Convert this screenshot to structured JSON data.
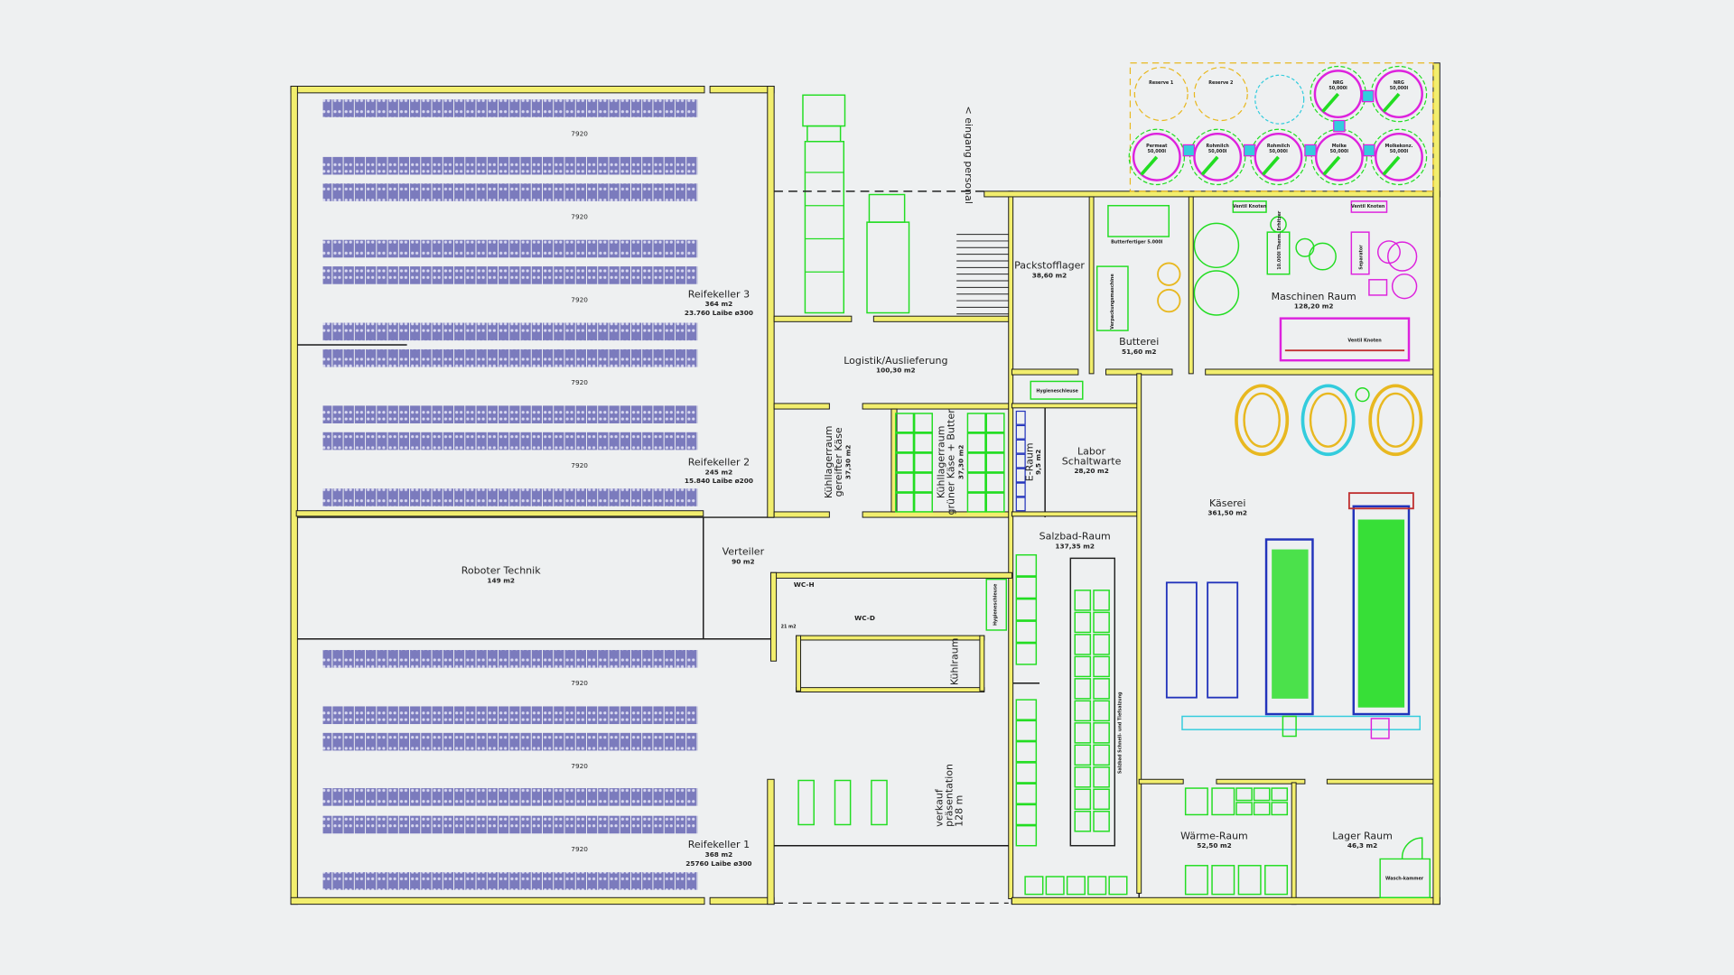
{
  "title": "Grundriss Käserei",
  "colors": {
    "background": "#eef0f1",
    "wall": "#f2ee6e",
    "outline": "#1a1a1a",
    "rack": "#7b7bbd",
    "equipment": "#22dd22",
    "tank_pink": "#dd22dd",
    "tank_yellow": "#e8b820",
    "cyan": "#33ccdd",
    "blue": "#2233bb"
  },
  "rooms": {
    "reifekeller3": {
      "name": "Reifekeller 3",
      "area": "364 m2",
      "capacity": "23.760 Laibe ø300"
    },
    "reifekeller2": {
      "name": "Reifekeller 2",
      "area": "245 m2",
      "capacity": "15.840 Laibe ø200"
    },
    "reifekeller1": {
      "name": "Reifekeller 1",
      "area": "368 m2",
      "capacity": "25760 Laibe ø300"
    },
    "roboter": {
      "name": "Roboter Technik",
      "area": "149 m2"
    },
    "verteiler": {
      "name": "Verteiler",
      "area": "90 m2"
    },
    "logistik": {
      "name": "Logistik/Auslieferung",
      "area": "100,30 m2"
    },
    "kuehl_gereift": {
      "name1": "Kühllagerraum",
      "name2": "gereifter Käse",
      "area": "37,30 m2"
    },
    "kuehl_gruen": {
      "name1": "Kühllagerraum",
      "name2": "grüner Käse + Butter",
      "area": "37,30 m2"
    },
    "eraum": {
      "name": "E-Raum",
      "area": "9,5 m2"
    },
    "labor": {
      "name1": "Labor",
      "name2": "Schaltwarte",
      "area": "28,20 m2"
    },
    "salzbad": {
      "name": "Salzbad-Raum",
      "area": "137,35 m2",
      "note": "Salzbad Schnell- und Tiefsalzung"
    },
    "kaeserei": {
      "name": "Käserei",
      "area": "361,50 m2"
    },
    "waerme": {
      "name": "Wärme-Raum",
      "area": "52,50 m2"
    },
    "lager": {
      "name": "Lager Raum",
      "area": "46,3 m2",
      "wasch": "Wasch-kammer"
    },
    "packstoff": {
      "name": "Packstofflager",
      "area": "38,60 m2"
    },
    "butterei": {
      "name": "Butterei",
      "area": "51,60 m2",
      "fertiger": "Butterfertiger 5.000l",
      "maschine": "Verpackungsmaschine"
    },
    "maschinen": {
      "name": "Maschinen Raum",
      "area": "128,20 m2",
      "ventil1": "Ventil Knoten",
      "ventil2": "Ventil Knoten",
      "ventil3": "Ventil Knoten",
      "erhitzer": "10.000l Therm. Erhitzer",
      "separator": "Separator"
    },
    "hygiene": {
      "name": "Hygieneschleuse"
    },
    "hygiene2": {
      "name": "Hygieneschleuse"
    },
    "wc": {
      "h": "WC-H",
      "d": "WC-D",
      "area": "21 m2",
      "kuehlraum": "Kühlraum"
    },
    "verkauf": {
      "name1": "verkauf",
      "name2": "präsentation",
      "area": "128 m"
    },
    "eingang": {
      "name": "< eingang personal"
    }
  },
  "rack_dimension": "7920",
  "tanks": [
    {
      "name": "Reserve 1",
      "volume": ""
    },
    {
      "name": "Reserve 2",
      "volume": ""
    },
    {
      "name": "NRG",
      "volume": "50,000l"
    },
    {
      "name": "NRG",
      "volume": "50,000l"
    },
    {
      "name": "Permeat",
      "volume": "50,000l"
    },
    {
      "name": "Rohmilch",
      "volume": "50,000l"
    },
    {
      "name": "Rohmilch",
      "volume": "50,000l"
    },
    {
      "name": "Molke",
      "volume": "50,000l"
    },
    {
      "name": "Molkekonz.",
      "volume": "50,000l"
    }
  ]
}
